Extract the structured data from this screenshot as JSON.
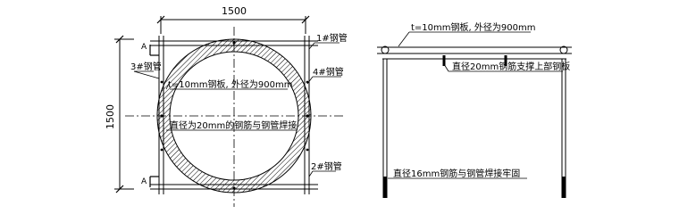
{
  "plan_view": {
    "dim_width": "1500",
    "dim_height": "1500",
    "section_mark_top": "A",
    "section_mark_bottom": "A",
    "label_pipe_1": "1#钢管",
    "label_pipe_2": "2#钢管",
    "label_pipe_3": "3#钢管",
    "label_pipe_4": "4#钢管",
    "label_plate": "t=10mm钢板, 外径为900mm",
    "label_rebar_weld": "直径为20mm的钢筋与钢管焊接"
  },
  "section_view": {
    "label_plate": "t=10mm钢板, 外径为900mm",
    "label_rebar_support": "直径20mm钢筋支撑上部钢板",
    "label_rebar_weld": "直径16mm钢筋与钢管焊接牢固"
  },
  "colors": {
    "line": "#000000",
    "hatch": "#000000"
  }
}
